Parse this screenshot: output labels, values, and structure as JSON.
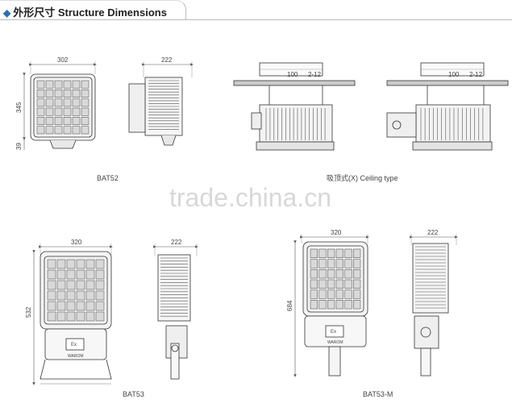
{
  "header": {
    "title": "外形尺寸 Structure Dimensions"
  },
  "watermark": "trade.china.cn",
  "bat52": {
    "caption": "BAT52",
    "width": "302",
    "height": "345",
    "base": "39",
    "depth": "222"
  },
  "ceiling": {
    "caption": "吸顶式(X) Ceiling type",
    "dim_a": "100",
    "dim_b": "2-12"
  },
  "bat53": {
    "caption": "BAT53",
    "width": "320",
    "height": "532",
    "depth": "222",
    "badge": "Ex",
    "brand": "WAROM"
  },
  "bat53m": {
    "caption": "BAT53-M",
    "width": "320",
    "height": "684",
    "depth": "222",
    "badge": "Ex",
    "brand": "WAROM"
  }
}
